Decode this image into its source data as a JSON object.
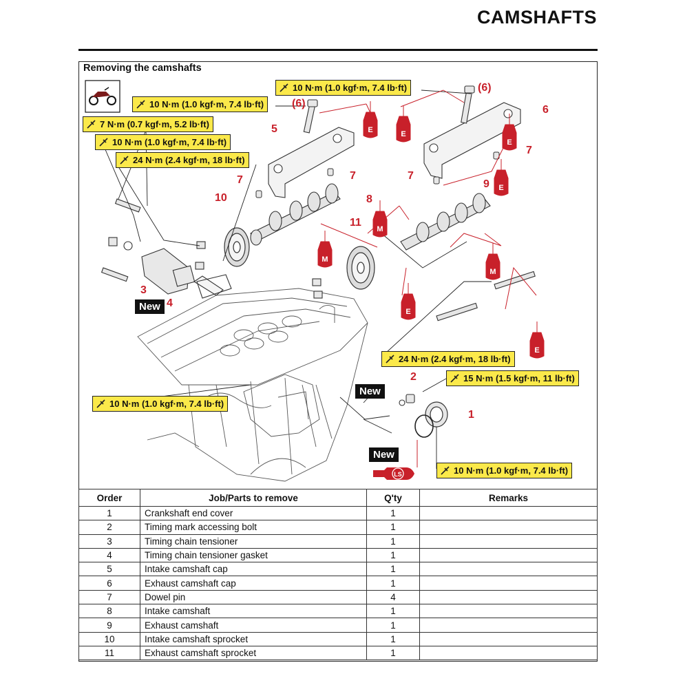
{
  "header": {
    "title": "CAMSHAFTS"
  },
  "section": {
    "heading": "Removing the camshafts"
  },
  "diagram": {
    "torques": [
      "10 N·m (1.0 kgf·m, 7.4 lb·ft)",
      "10 N·m (1.0 kgf·m, 7.4 lb·ft)",
      "7 N·m (0.7 kgf·m, 5.2 lb·ft)",
      "10 N·m (1.0 kgf·m, 7.4 lb·ft)",
      "24 N·m (2.4 kgf·m, 18 lb·ft)",
      "24 N·m (2.4 kgf·m, 18 lb·ft)",
      "15 N·m (1.5 kgf·m, 11 lb·ft)",
      "10 N·m (1.0 kgf·m, 7.4 lb·ft)",
      "10 N·m (1.0 kgf·m, 7.4 lb·ft)"
    ],
    "callouts": [
      "(6)",
      "(6)",
      "6",
      "5",
      "7",
      "7",
      "7",
      "7",
      "8",
      "9",
      "10",
      "11",
      "3",
      "4",
      "2",
      "1"
    ],
    "new_label": "New",
    "lube_letters": [
      "E",
      "E",
      "E",
      "E",
      "M",
      "M",
      "M",
      "E",
      "E"
    ],
    "sealant_letters": "LS"
  },
  "table": {
    "headers": {
      "order": "Order",
      "job": "Job/Parts to remove",
      "qty": "Q'ty",
      "remarks": "Remarks"
    },
    "rows": [
      {
        "order": "1",
        "job": "Crankshaft end cover",
        "qty": "1",
        "remarks": ""
      },
      {
        "order": "2",
        "job": "Timing mark accessing bolt",
        "qty": "1",
        "remarks": ""
      },
      {
        "order": "3",
        "job": "Timing chain tensioner",
        "qty": "1",
        "remarks": ""
      },
      {
        "order": "4",
        "job": "Timing chain tensioner gasket",
        "qty": "1",
        "remarks": ""
      },
      {
        "order": "5",
        "job": "Intake camshaft cap",
        "qty": "1",
        "remarks": ""
      },
      {
        "order": "6",
        "job": "Exhaust camshaft cap",
        "qty": "1",
        "remarks": ""
      },
      {
        "order": "7",
        "job": "Dowel pin",
        "qty": "4",
        "remarks": ""
      },
      {
        "order": "8",
        "job": "Intake camshaft",
        "qty": "1",
        "remarks": ""
      },
      {
        "order": "9",
        "job": "Exhaust camshaft",
        "qty": "1",
        "remarks": ""
      },
      {
        "order": "10",
        "job": "Intake camshaft sprocket",
        "qty": "1",
        "remarks": ""
      },
      {
        "order": "11",
        "job": "Exhaust camshaft sprocket",
        "qty": "1",
        "remarks": ""
      }
    ]
  },
  "colors": {
    "accent_red": "#c8202a",
    "torque_yellow": "#fbe94a"
  }
}
